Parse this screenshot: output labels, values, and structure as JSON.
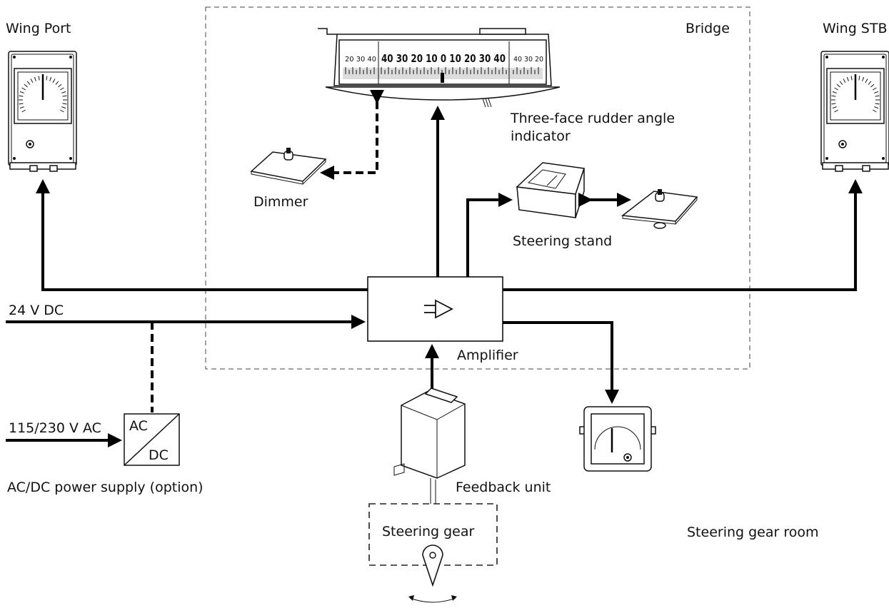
{
  "labels": {
    "wing_port": "Wing Port",
    "wing_stb": "Wing STB",
    "bridge": "Bridge",
    "indicator_line1": "Three-face rudder angle",
    "indicator_line2": "indicator",
    "dimmer": "Dimmer",
    "steering_stand": "Steering stand",
    "dc_input": "24 V DC",
    "ac_input": "115/230 V AC",
    "psu_ac": "AC",
    "psu_dc": "DC",
    "psu_caption": "AC/DC power supply (option)",
    "amplifier": "Amplifier",
    "feedback_unit": "Feedback unit",
    "steering_gear": "Steering gear",
    "steering_gear_room": "Steering gear room"
  },
  "dial": {
    "left_face": "20 30 40",
    "center_face": "40 30 20 10  0  10 20 30 40",
    "right_face": "40 30 20"
  },
  "icons": {
    "amplifier": "amplifier-symbol-icon"
  },
  "colors": {
    "line": "#000000",
    "frame": "#444444",
    "scale_band": "#dddddd"
  }
}
